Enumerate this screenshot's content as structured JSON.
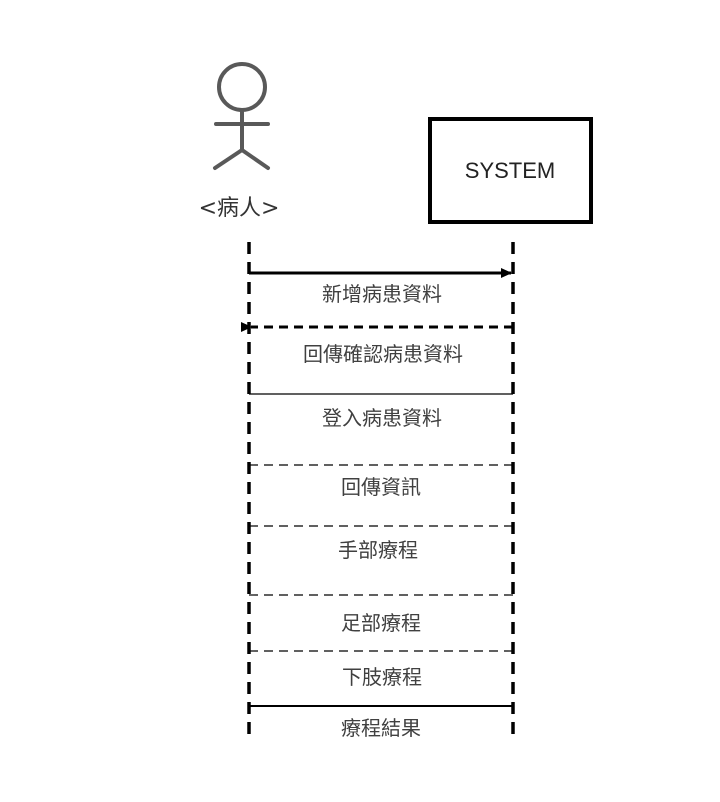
{
  "actor": {
    "name": "<病人>",
    "icon": "stick-figure-icon"
  },
  "system": {
    "label": "SYSTEM"
  },
  "messages": [
    {
      "label": "新增病患資料",
      "style": "solid-arrow",
      "direction": "to-system"
    },
    {
      "label": "回傳確認病患資料",
      "style": "dashed-arrow",
      "direction": "to-actor"
    },
    {
      "label": "登入病患資料",
      "style": "thin-solid",
      "direction": "none"
    },
    {
      "label": "回傳資訊",
      "style": "thin-dashed",
      "direction": "none"
    },
    {
      "label": "手部療程",
      "style": "thin-dashed",
      "direction": "none"
    },
    {
      "label": "足部療程",
      "style": "thin-dashed",
      "direction": "none"
    },
    {
      "label": "下肢療程",
      "style": "thin-dashed",
      "direction": "none"
    },
    {
      "label": "療程結果",
      "style": "medium-solid",
      "direction": "none"
    }
  ],
  "colors": {
    "line": "#000000",
    "actor": "#595959",
    "text": "#404040"
  }
}
